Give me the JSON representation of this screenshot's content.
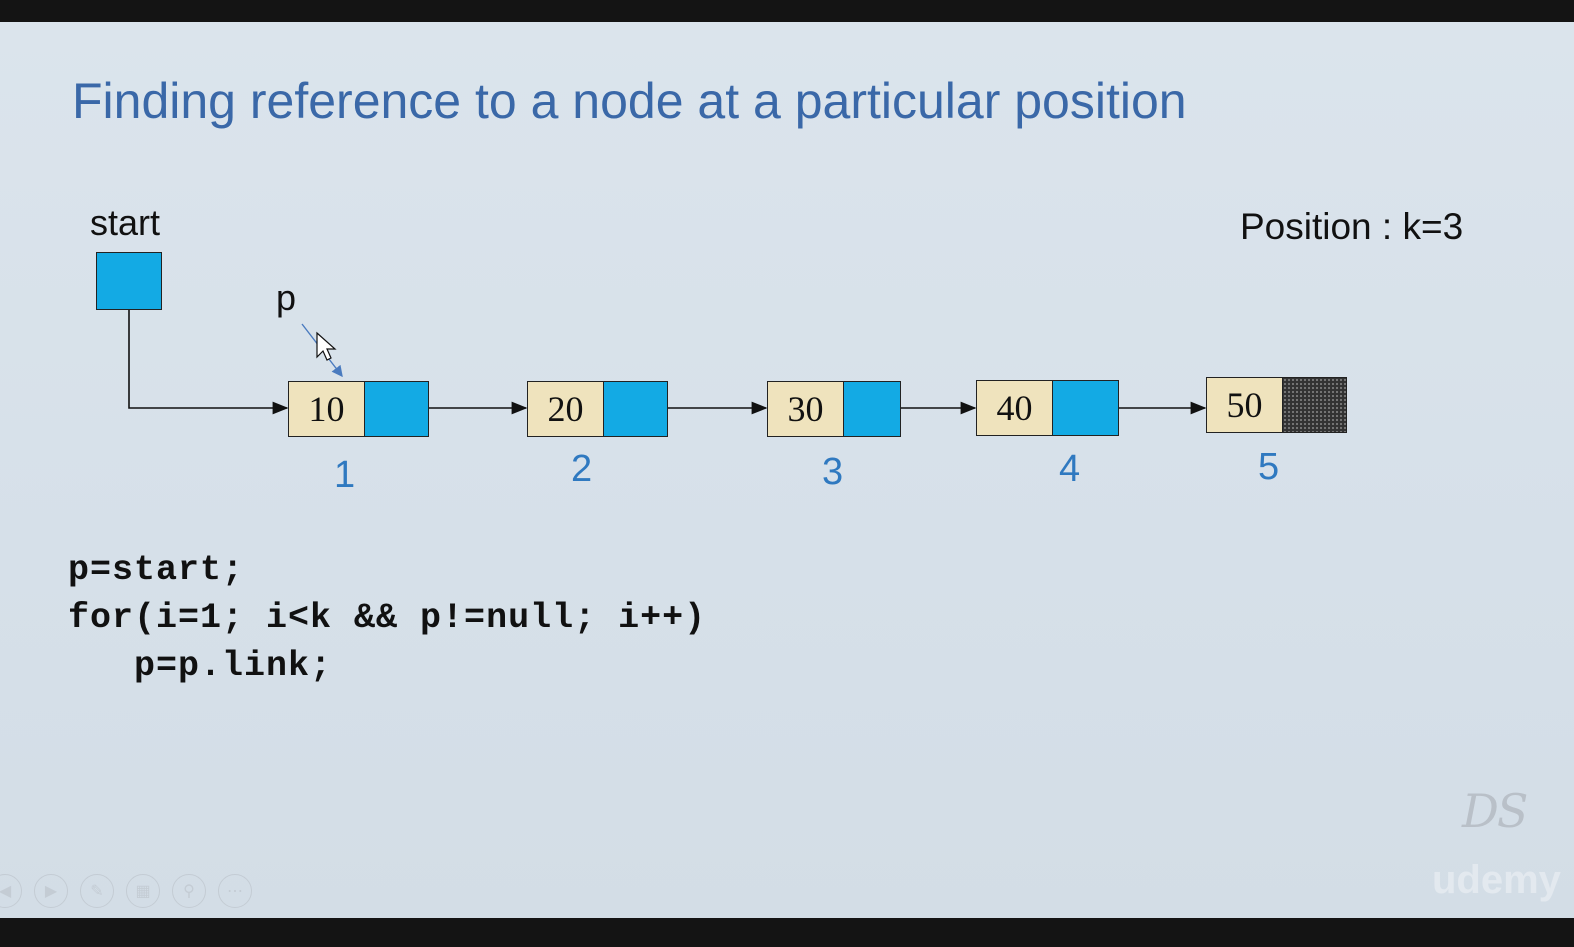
{
  "slide": {
    "title": "Finding reference to a node at a particular position",
    "start_label": "start",
    "pointer_label": "p",
    "position_label": "Position : k=3"
  },
  "nodes": [
    {
      "value": "10",
      "index": "1"
    },
    {
      "value": "20",
      "index": "2"
    },
    {
      "value": "30",
      "index": "3"
    },
    {
      "value": "40",
      "index": "4"
    },
    {
      "value": "50",
      "index": "5"
    }
  ],
  "code": {
    "lines": [
      "p=start;",
      "for(i=1; i<k && p!=null; i++)",
      "   p=p.link;"
    ]
  },
  "watermark": {
    "logo_text": "DS",
    "brand_text": "udemy"
  },
  "toolbar": {
    "icons": [
      "prev-icon",
      "next-icon",
      "pen-icon",
      "slides-icon",
      "zoom-icon",
      "more-icon"
    ]
  },
  "colors": {
    "title": "#3a68a8",
    "link_field": "#13aae4",
    "info_field": "#efe3bd",
    "index": "#2f79c0"
  }
}
